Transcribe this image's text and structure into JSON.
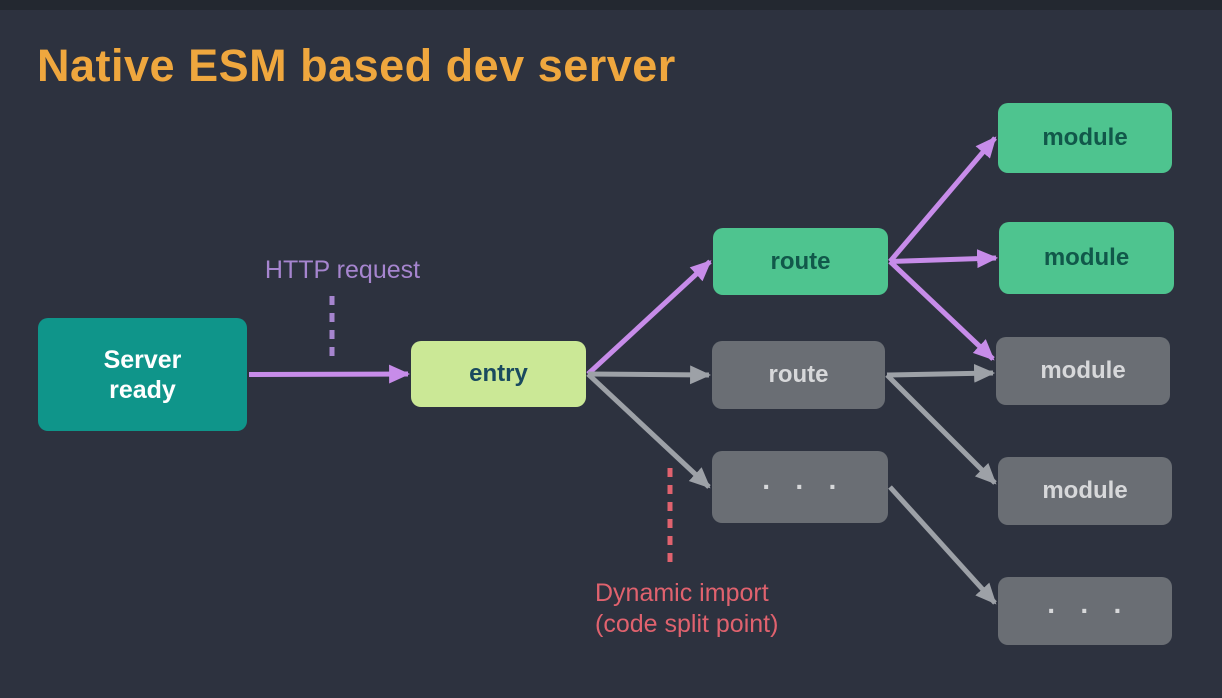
{
  "slide": {
    "title": "Native ESM based dev server"
  },
  "colors": {
    "background": "#2d323f",
    "top_bar": "#232830",
    "title": "#efa73e",
    "teal": "#0f958a",
    "lime": "#cbe896",
    "green": "#4ec48f",
    "gray": "#6a6e74",
    "purple": "#c78ce9",
    "purple_muted": "#a685cf",
    "gray_arrow": "#9da1a7",
    "red": "#e0626e"
  },
  "annotations": {
    "http_request": "HTTP request",
    "dynamic_import_line1": "Dynamic import",
    "dynamic_import_line2": "(code split point)"
  },
  "diagram": {
    "nodes": [
      {
        "id": "server-ready",
        "label": "Server\nready",
        "variant": "teal"
      },
      {
        "id": "entry",
        "label": "entry",
        "variant": "lime"
      },
      {
        "id": "route-a",
        "label": "route",
        "variant": "green"
      },
      {
        "id": "route-b",
        "label": "route",
        "variant": "gray"
      },
      {
        "id": "dots-mid",
        "label": "· · ·",
        "variant": "gray"
      },
      {
        "id": "module-1",
        "label": "module",
        "variant": "green"
      },
      {
        "id": "module-2",
        "label": "module",
        "variant": "green"
      },
      {
        "id": "module-3",
        "label": "module",
        "variant": "gray"
      },
      {
        "id": "module-4",
        "label": "module",
        "variant": "gray"
      },
      {
        "id": "dots-bottom",
        "label": "· · ·",
        "variant": "gray"
      }
    ],
    "edges": [
      {
        "from": "server-ready",
        "to": "entry",
        "color": "purple"
      },
      {
        "from": "entry",
        "to": "route-a",
        "color": "purple"
      },
      {
        "from": "entry",
        "to": "route-b",
        "color": "gray"
      },
      {
        "from": "entry",
        "to": "dots-mid",
        "color": "gray"
      },
      {
        "from": "route-a",
        "to": "module-1",
        "color": "purple"
      },
      {
        "from": "route-a",
        "to": "module-2",
        "color": "purple"
      },
      {
        "from": "route-a",
        "to": "module-3",
        "color": "purple"
      },
      {
        "from": "route-b",
        "to": "module-3",
        "color": "gray"
      },
      {
        "from": "route-b",
        "to": "module-4",
        "color": "gray"
      },
      {
        "from": "dots-mid",
        "to": "dots-bottom",
        "color": "gray"
      }
    ]
  }
}
